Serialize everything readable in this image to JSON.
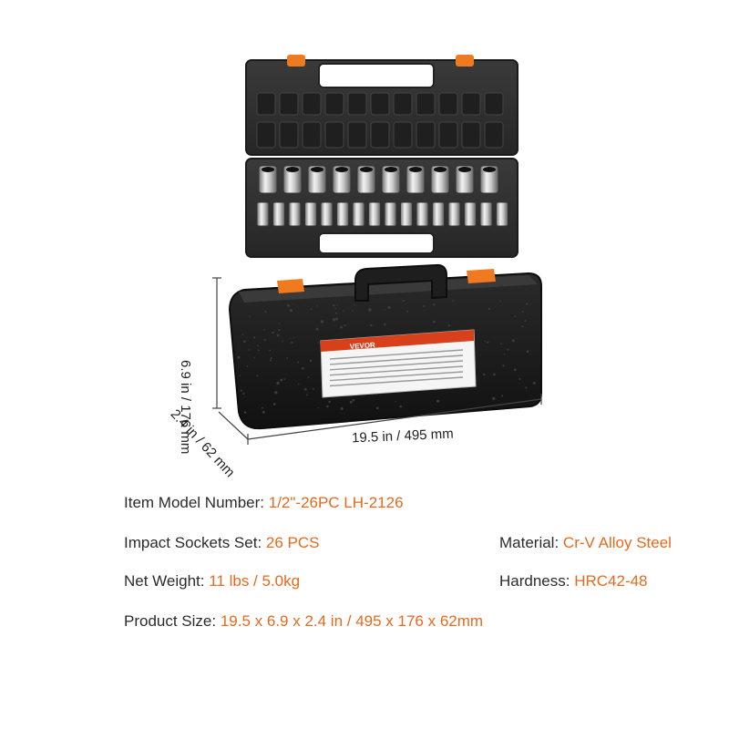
{
  "colors": {
    "accent": "#e56a1e",
    "case": "#1c1c1c",
    "latch": "#f07a1f"
  },
  "brand_label": "VEVOR",
  "dimensions": {
    "height": "6.9 in / 176 mm",
    "depth": "2.4 in / 62 mm",
    "width": "19.5 in / 495 mm"
  },
  "specs": {
    "model": {
      "label": "Item Model Number: ",
      "value": "1/2\"-26PC LH-2126"
    },
    "sockets": {
      "label": "Impact Sockets Set: ",
      "value": "26 PCS"
    },
    "material": {
      "label": "Material: ",
      "value": "Cr-V Alloy Steel"
    },
    "weight": {
      "label": "Net Weight: ",
      "value": "11 lbs / 5.0kg"
    },
    "hardness": {
      "label": "Hardness: ",
      "value": "HRC42-48"
    },
    "size": {
      "label": "Product Size: ",
      "value": "19.5 x 6.9 x 2.4 in / 495 x 176 x 62mm"
    }
  }
}
